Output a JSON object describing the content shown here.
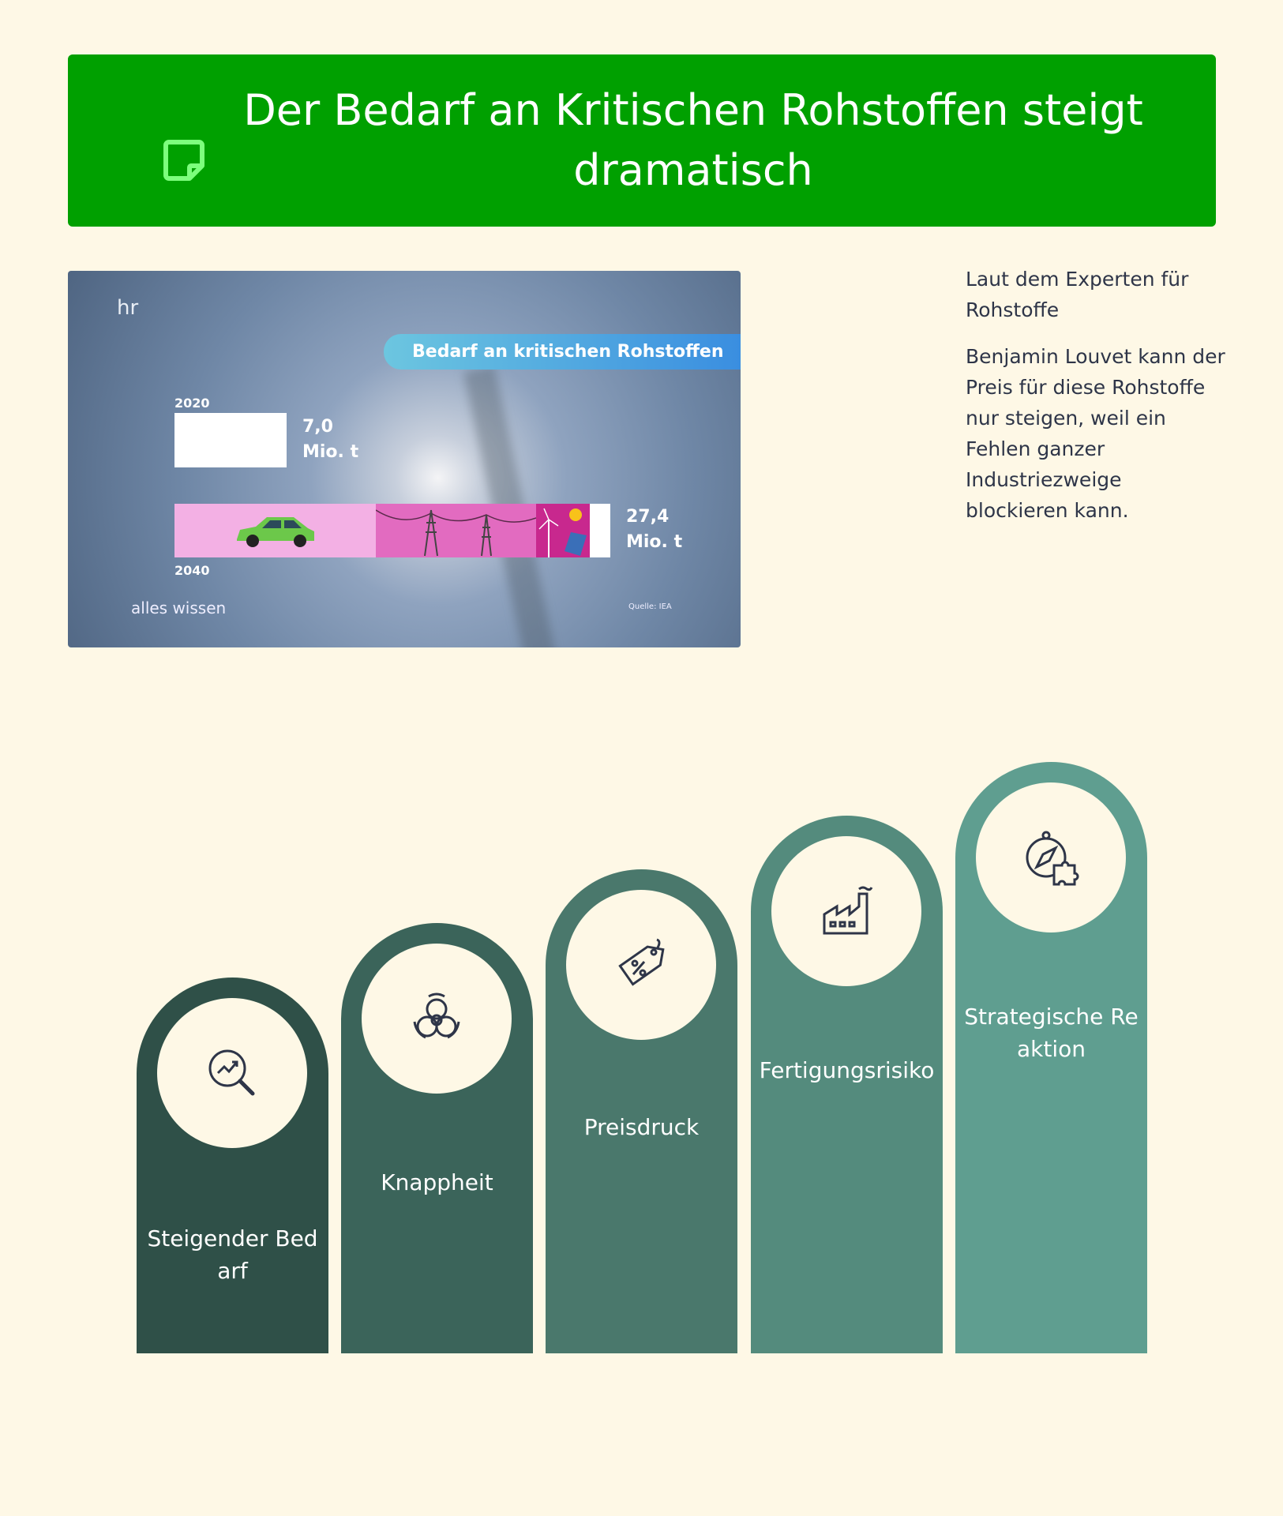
{
  "header": {
    "title": "Der Bedarf an Kritischen Rohstoffen steigt dramatisch",
    "icon": "sticky-note-icon",
    "color": "#00a000"
  },
  "media": {
    "channel_logo": "hr",
    "title": "Bedarf an kritischen Rohstoffen",
    "year_2020": "2020",
    "value_2020": "7,0",
    "unit_2020": "Mio. t",
    "year_2040": "2040",
    "value_2040": "27,4",
    "unit_2040": "Mio. t",
    "brand": "alles wissen",
    "source": "Quelle: IEA"
  },
  "side_text": {
    "p1": "Laut dem Experten für Rohstoffe",
    "p2": "Benjamin Louvet kann der Preis für diese Rohstoffe nur steigen, weil ein Fehlen ganzer Industriezweige blockieren kann."
  },
  "steps": [
    {
      "label": "Steigender Bedarf",
      "icon": "trend-search-icon",
      "color": "#2f5048"
    },
    {
      "label": "Knappheit",
      "icon": "biohazard-icon",
      "color": "#3b645a"
    },
    {
      "label": "Preisdruck",
      "icon": "price-tag-icon",
      "color": "#4a786c"
    },
    {
      "label": "Fertigungsrisiko",
      "icon": "factory-icon",
      "color": "#548b7d"
    },
    {
      "label": "Strategische Reaktion",
      "icon": "compass-puzzle-icon",
      "color": "#5f9e90"
    }
  ]
}
